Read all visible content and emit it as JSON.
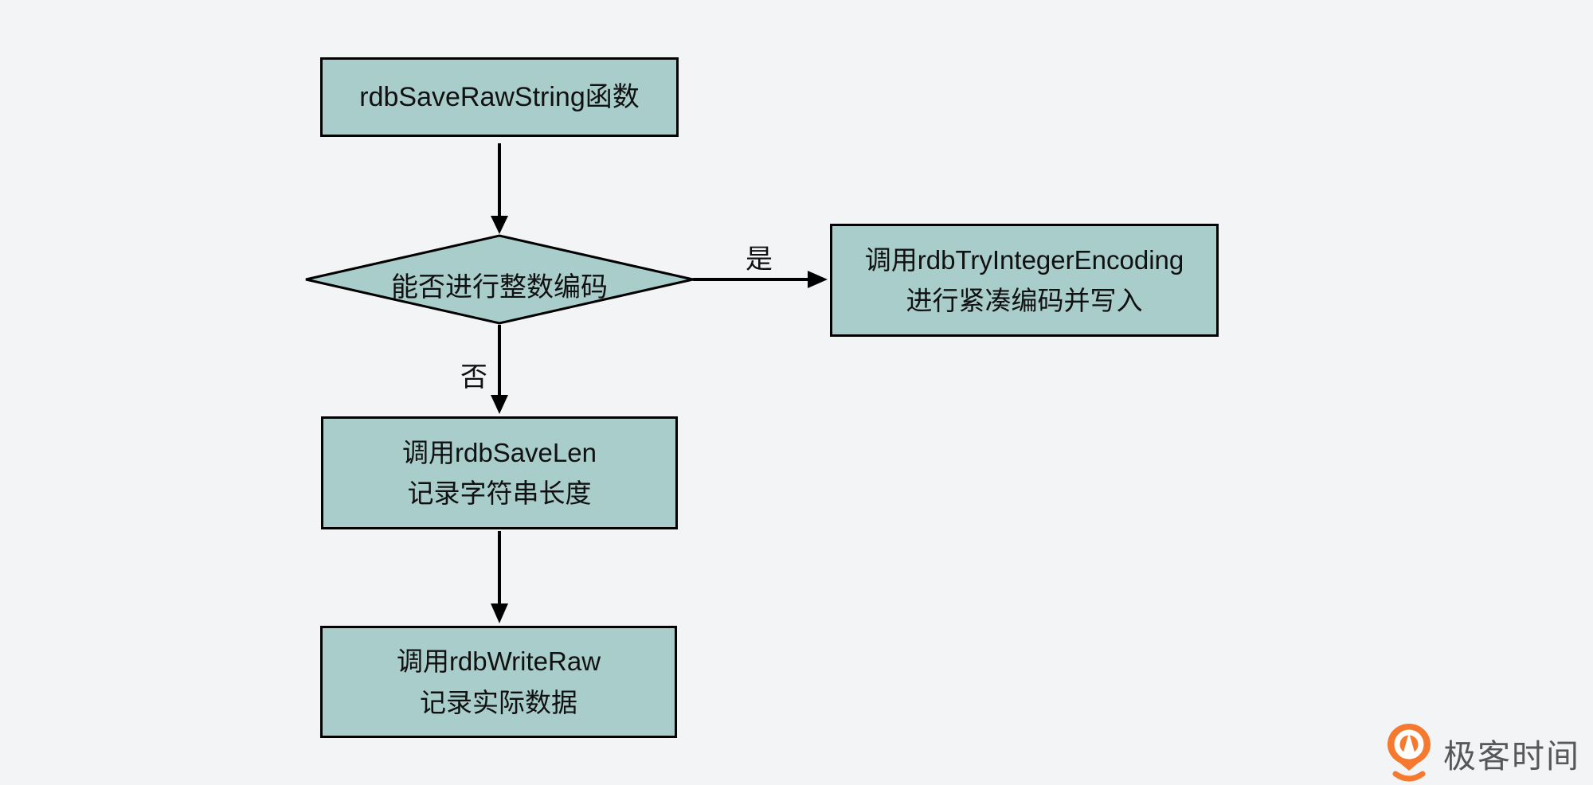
{
  "canvas": {
    "background": "#f3f4f6"
  },
  "palette": {
    "node_fill": "#a9cdca",
    "node_border": "#000000",
    "arrow": "#000000",
    "text": "#111111",
    "logo_orange": "#f5792f",
    "logo_text_color": "#57585a"
  },
  "nodes": {
    "start": {
      "label": "rdbSaveRawString函数"
    },
    "decision": {
      "label": "能否进行整数编码"
    },
    "try_integer": {
      "line1": "调用rdbTryIntegerEncoding",
      "line2": "进行紧凑编码并写入"
    },
    "save_len": {
      "line1": "调用rdbSaveLen",
      "line2": "记录字符串长度"
    },
    "write_raw": {
      "line1": "调用rdbWriteRaw",
      "line2": "记录实际数据"
    }
  },
  "edges": {
    "yes_label": "是",
    "no_label": "否"
  },
  "logo": {
    "brand": "极客时间"
  }
}
